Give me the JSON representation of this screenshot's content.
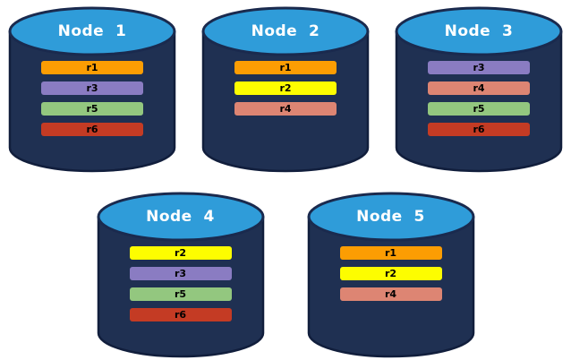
{
  "diagram": {
    "description": "Five database nodes with replicated records",
    "background": "#ffffff"
  },
  "colors": {
    "cylinder_body": "#1F3052",
    "cylinder_outline": "#111E3C",
    "cylinder_top_fill": "#2F9CD9",
    "cylinder_top_stroke": "#1A2A4E",
    "title_text": "#FFFFFF",
    "bar_text": "#000000"
  },
  "record_colors": {
    "r1": "#FC9D03",
    "r2": "#FDFD00",
    "r3": "#8A7CC2",
    "r4": "#DD8573",
    "r5": "#93C77F",
    "r6": "#C43B24"
  },
  "nodes": [
    {
      "title": "Node  1",
      "records": [
        "r1",
        "r3",
        "r5",
        "r6"
      ]
    },
    {
      "title": "Node  2",
      "records": [
        "r1",
        "r2",
        "r4"
      ]
    },
    {
      "title": "Node  3",
      "records": [
        "r3",
        "r4",
        "r5",
        "r6"
      ]
    },
    {
      "title": "Node  4",
      "records": [
        "r2",
        "r3",
        "r5",
        "r6"
      ]
    },
    {
      "title": "Node  5",
      "records": [
        "r1",
        "r2",
        "r4"
      ]
    }
  ],
  "rows": [
    [
      0,
      1,
      2
    ],
    [
      3,
      4
    ]
  ]
}
